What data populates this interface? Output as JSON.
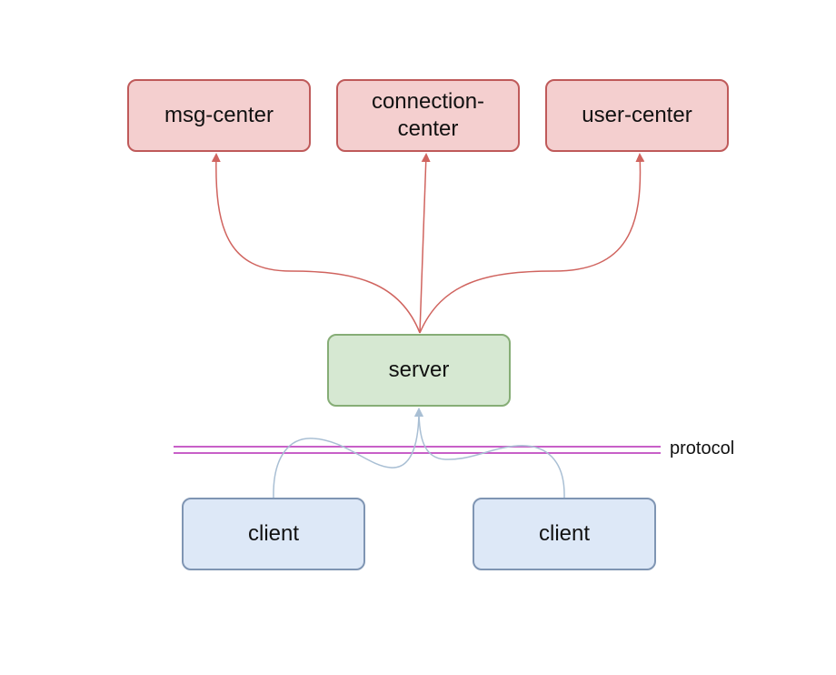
{
  "diagram": {
    "nodes": {
      "msg_center": "msg-center",
      "connection_center": "connection-\ncenter",
      "user_center": "user-center",
      "server": "server",
      "client_left": "client",
      "client_right": "client"
    },
    "protocol_label": "protocol",
    "colors": {
      "center_fill": "#f4cfcf",
      "center_stroke": "#bf5a5a",
      "server_fill": "#d6e8d2",
      "server_stroke": "#86ad76",
      "client_fill": "#dde8f7",
      "client_stroke": "#7f95b3",
      "protocol_line": "#c860c8",
      "client_arrow": "#a9bfd4"
    }
  }
}
